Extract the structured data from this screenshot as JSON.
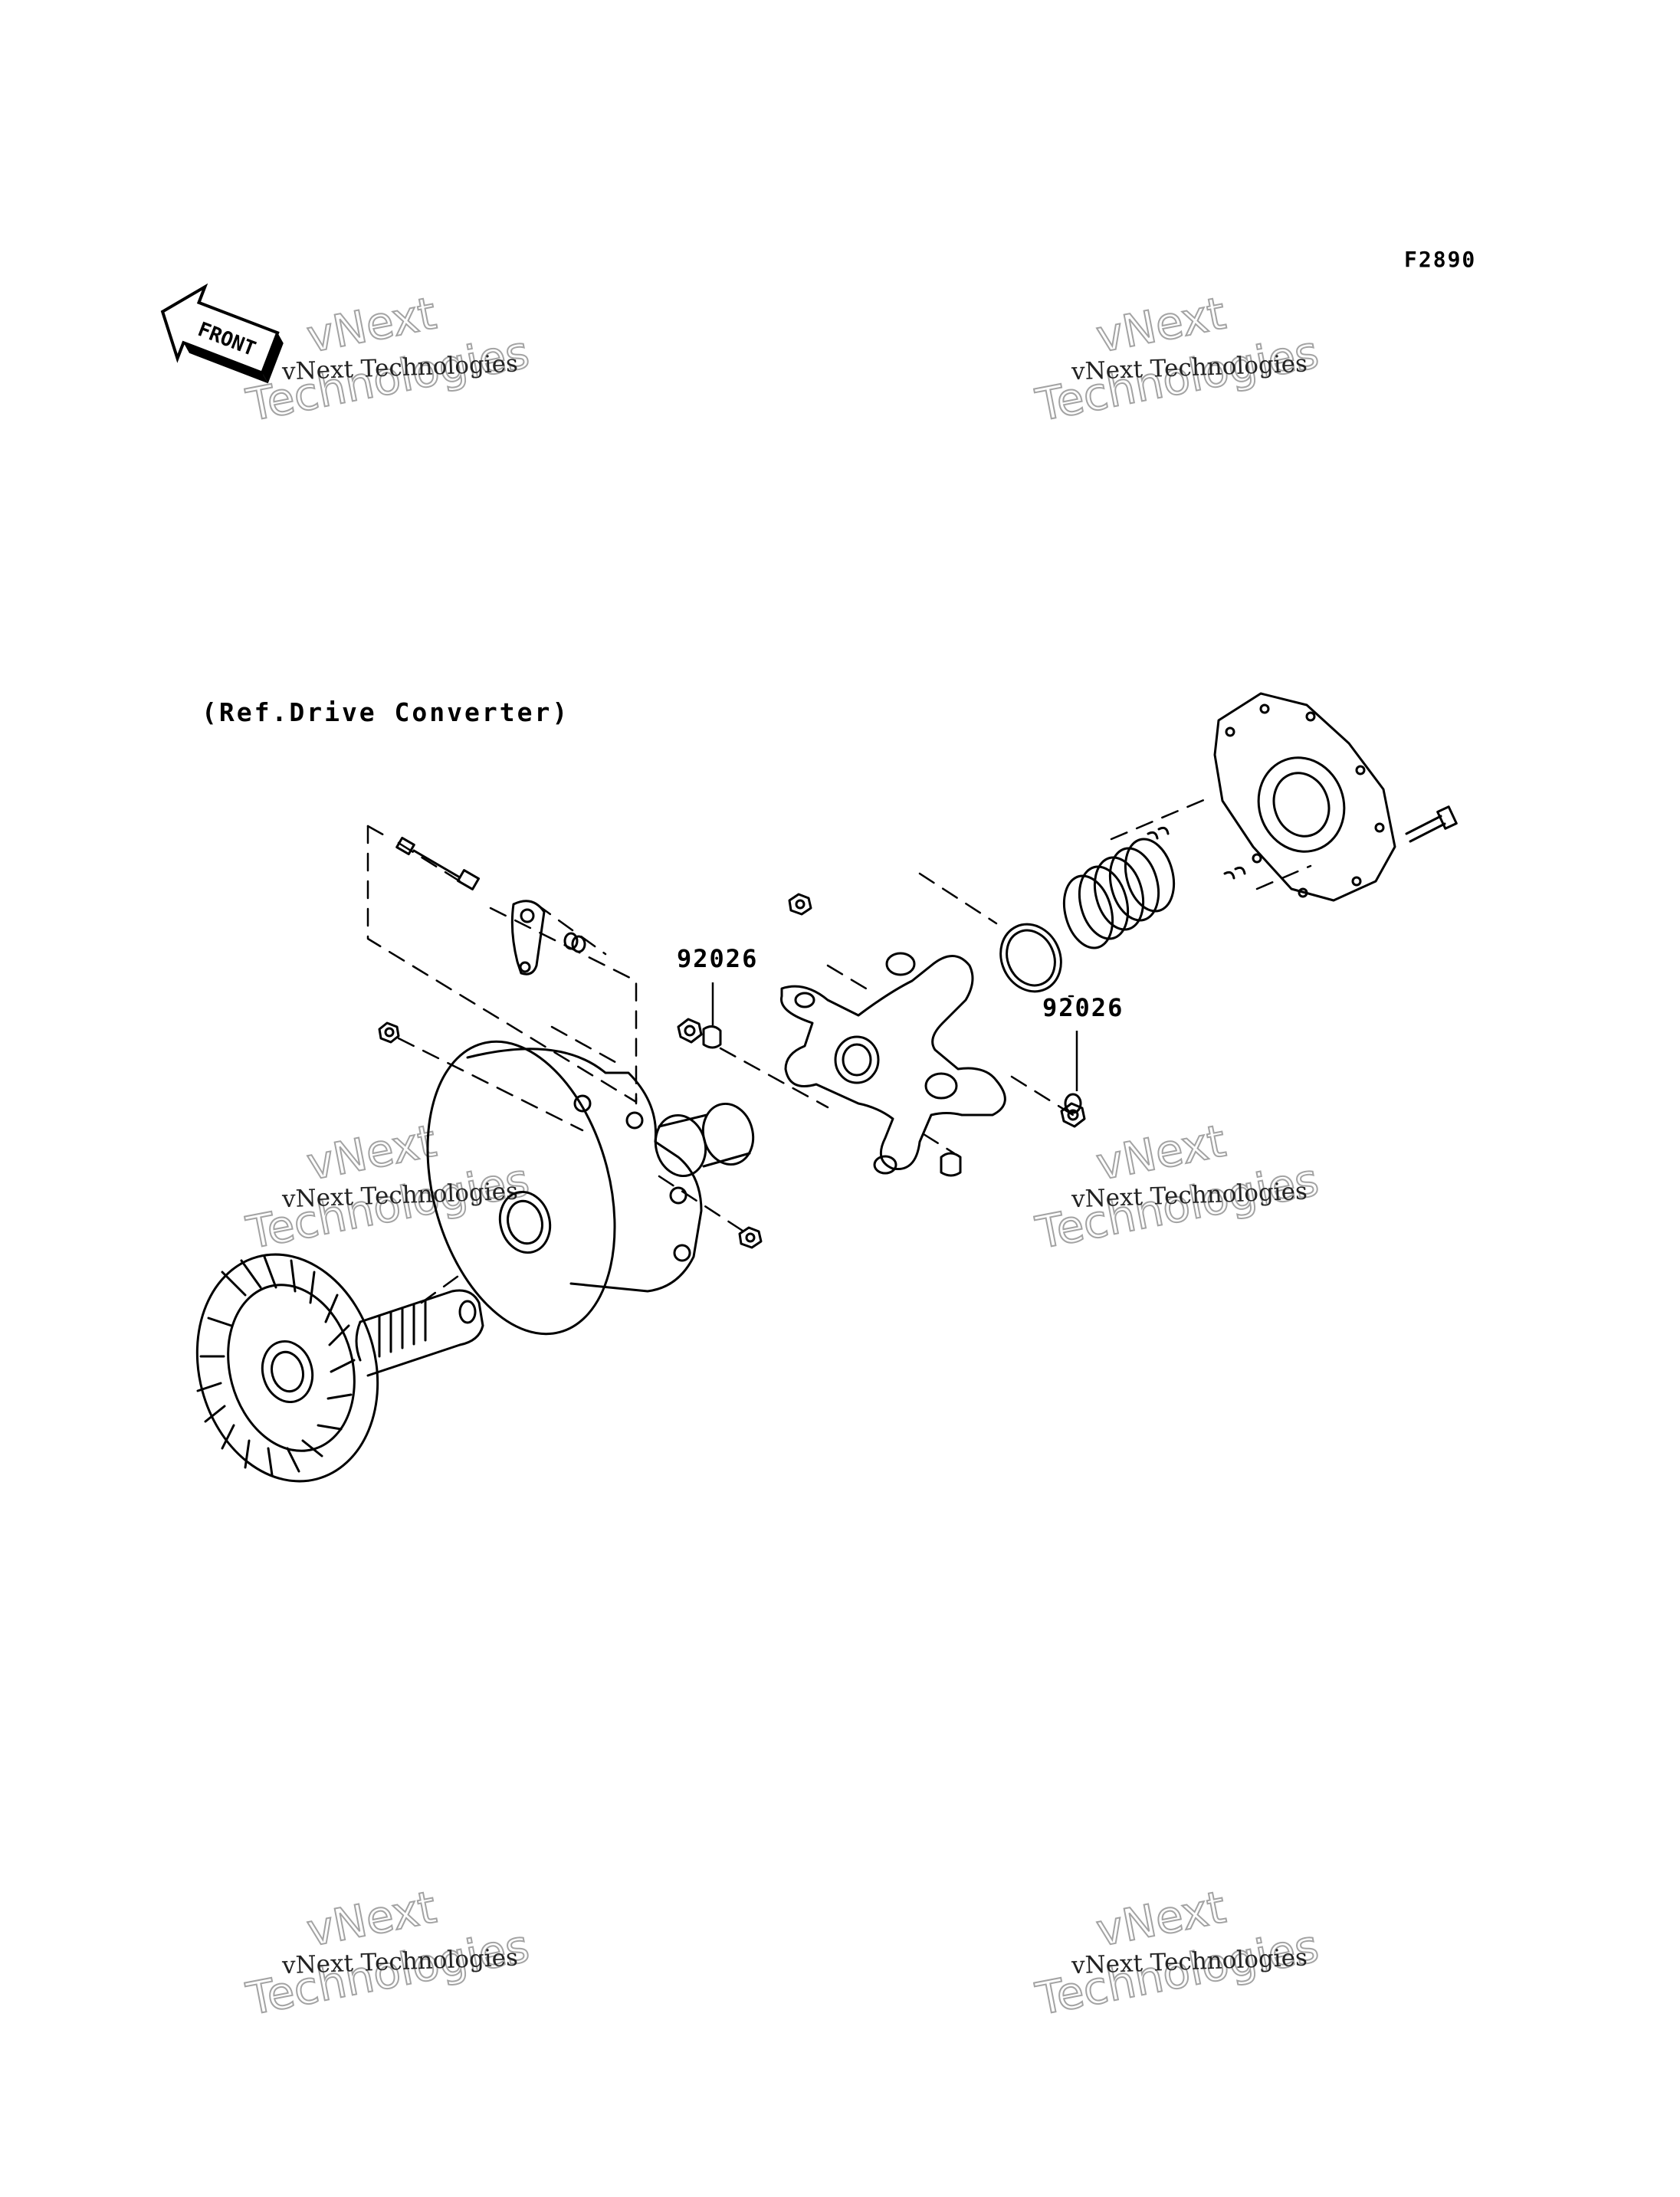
{
  "header": {
    "figure_code": "F2890",
    "section_title": "(Ref.Drive Converter)"
  },
  "front_arrow": {
    "label": "FRONT",
    "icon": "front-arrow-icon"
  },
  "callouts": [
    {
      "label": "92026"
    },
    {
      "label": "92026"
    }
  ],
  "watermark": {
    "line_small": "vNext Technologies",
    "line_big_1": "vNext",
    "line_big_2": "Technologies"
  }
}
